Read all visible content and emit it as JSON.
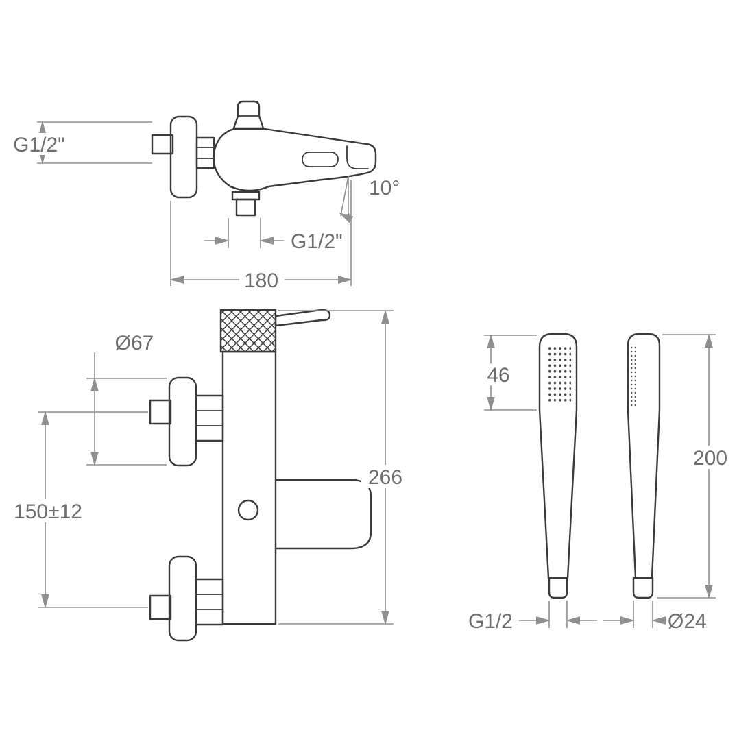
{
  "drawing": {
    "colors": {
      "object_line": "#3a3a3a",
      "dimension_line": "#8f8f8f",
      "text": "#6e6e6e",
      "background": "#ffffff"
    },
    "views": {
      "mixer_side": {
        "inlet_thread": "G1/2\"",
        "spout_angle": "10°",
        "outlet_thread": "G1/2\"",
        "width": "180"
      },
      "mixer_front": {
        "flange_diameter": "Ø67",
        "inlet_spacing": "150±12",
        "height": "266"
      },
      "handshower": {
        "head_length": "46",
        "total_length": "200",
        "connection_thread": "G1/2",
        "handle_diameter": "Ø24"
      }
    }
  }
}
